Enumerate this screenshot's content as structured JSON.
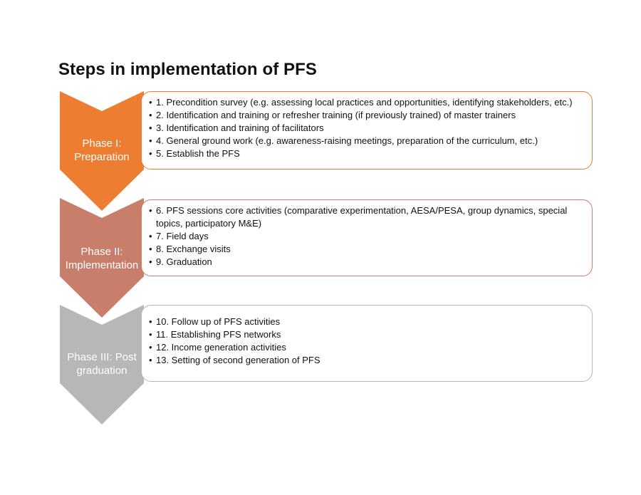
{
  "title": "Steps in implementation of PFS",
  "phases": [
    {
      "label": "Phase I:\nPreparation",
      "color": "#ED7D31",
      "items": [
        "1. Precondition survey (e.g. assessing local practices and opportunities, identifying stakeholders, etc.)",
        "2. Identification and training or refresher training (if previously trained) of master trainers",
        "3. Identification and training of facilitators",
        "4. General ground work (e.g. awareness-raising meetings, preparation of the curriculum, etc.)",
        "5. Establish the PFS"
      ]
    },
    {
      "label": "Phase II:\nImplementation",
      "color": "#C97E6C",
      "items": [
        "6. PFS sessions core activities (comparative experimentation, AESA/PESA, group dynamics, special topics, participatory M&E)",
        "7. Field days",
        "8. Exchange visits",
        "9. Graduation"
      ]
    },
    {
      "label": "Phase III: Post\ngraduation",
      "color": "#B7B7B7",
      "items": [
        "10. Follow up of PFS activities",
        "11. Establishing PFS networks",
        "12. Income generation activities",
        "13. Setting of second generation of PFS"
      ]
    }
  ]
}
